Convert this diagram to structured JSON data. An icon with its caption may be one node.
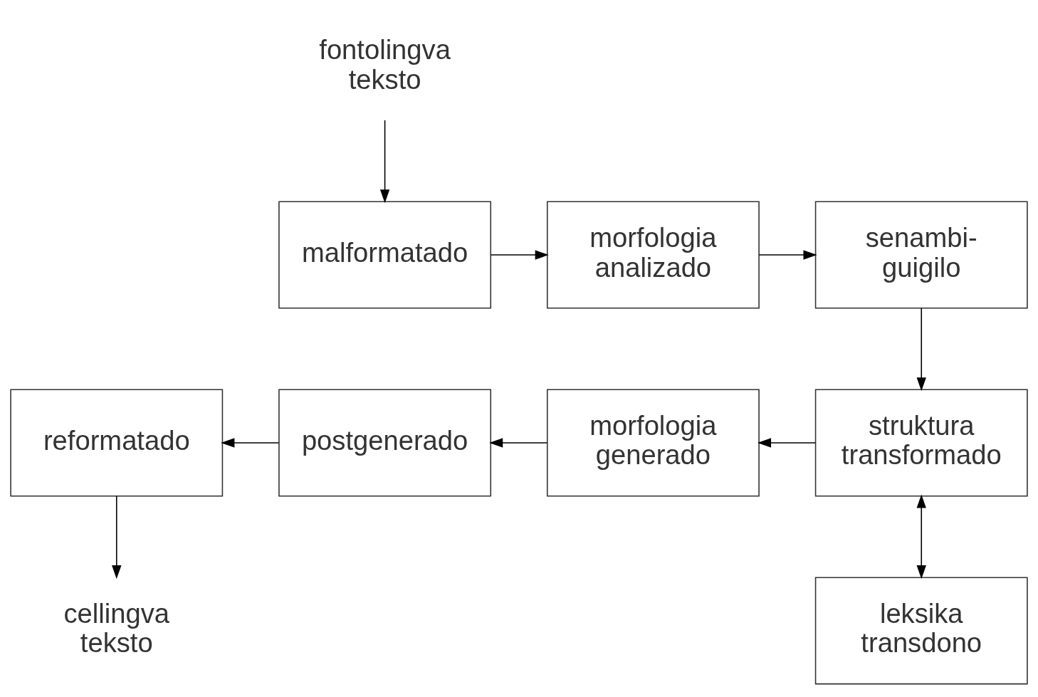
{
  "diagram": {
    "nodes": [
      {
        "text": [
          "fontolingva teksto"
        ]
      },
      {
        "text": [
          "malformatado"
        ]
      },
      {
        "text": [
          "morfologia analizado"
        ]
      },
      {
        "text": [
          "senambi- guigilo"
        ]
      },
      {
        "text": [
          "struktura transformado"
        ]
      },
      {
        "text": [
          "morfologia generado"
        ]
      },
      {
        "text": [
          "postgenerado"
        ]
      },
      {
        "text": [
          "reformatado"
        ]
      },
      {
        "text": [
          "cellingva teksto"
        ]
      },
      {
        "text": [
          "leksika transdono"
        ]
      }
    ],
    "edges": [
      {
        "from": 0,
        "to": 1,
        "arrow": "to"
      },
      {
        "from": 1,
        "to": 2,
        "arrow": "to"
      },
      {
        "from": 2,
        "to": 3,
        "arrow": "to"
      },
      {
        "from": 3,
        "to": 4,
        "arrow": "to"
      },
      {
        "from": 4,
        "to": 5,
        "arrow": "to"
      },
      {
        "from": 5,
        "to": 6,
        "arrow": "to"
      },
      {
        "from": 6,
        "to": 7,
        "arrow": "to"
      },
      {
        "from": 7,
        "to": 8,
        "arrow": "to"
      },
      {
        "from": 4,
        "to": 9,
        "arrow": "both"
      }
    ]
  }
}
